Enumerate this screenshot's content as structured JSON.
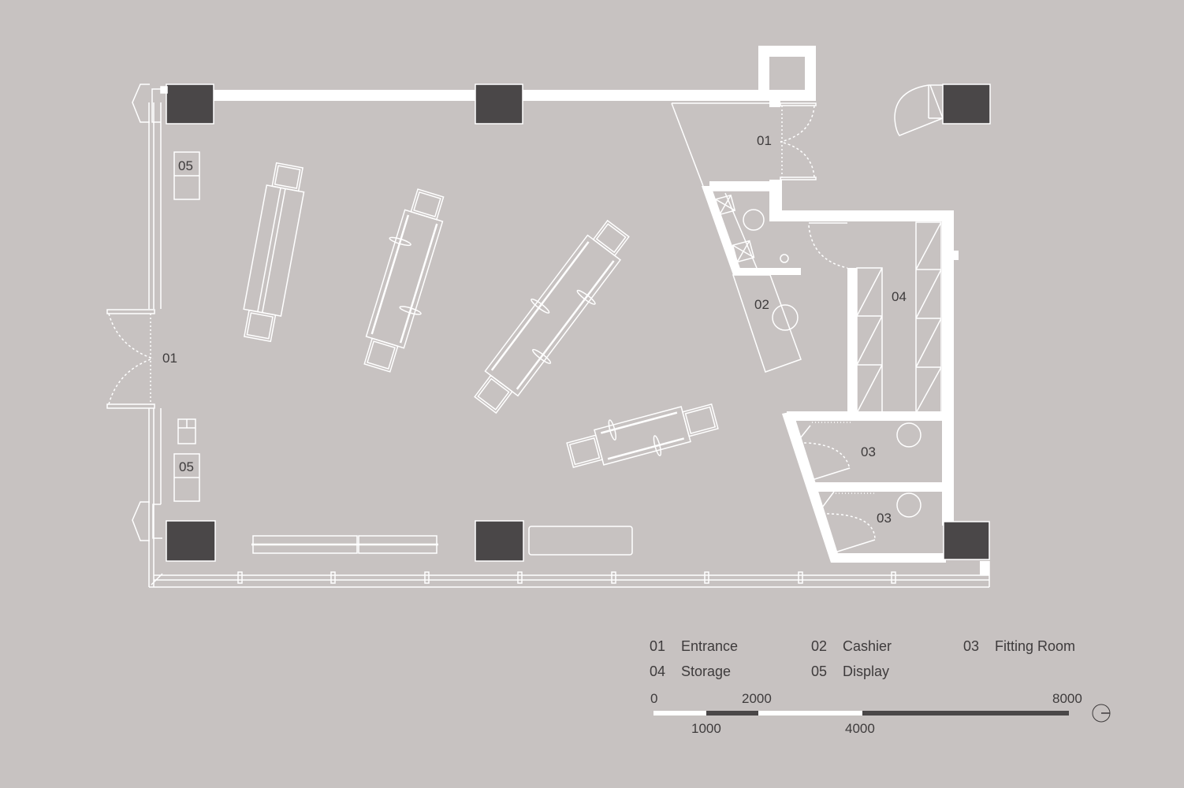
{
  "diagram": {
    "type": "architectural floor plan",
    "subject": "retail store layout",
    "colors": {
      "background": "#c7c2c1",
      "walls": "#ffffff",
      "columns": "#4a4748",
      "text": "#3e3b3c"
    },
    "room_labels": [
      {
        "id": "01",
        "room": "Entrance",
        "position": "left facade door"
      },
      {
        "id": "01",
        "room": "Entrance",
        "position": "top right door"
      },
      {
        "id": "02",
        "room": "Cashier"
      },
      {
        "id": "03",
        "room": "Fitting Room",
        "position": "upper"
      },
      {
        "id": "03",
        "room": "Fitting Room",
        "position": "lower"
      },
      {
        "id": "04",
        "room": "Storage"
      },
      {
        "id": "05",
        "room": "Display",
        "position": "upper left"
      },
      {
        "id": "05",
        "room": "Display",
        "position": "lower left"
      }
    ]
  },
  "labels": {
    "entrance_left": "01",
    "entrance_top": "01",
    "cashier": "02",
    "fitting_upper": "03",
    "fitting_lower": "03",
    "storage": "04",
    "display_upper": "05",
    "display_lower": "05"
  },
  "legend": {
    "items": [
      {
        "code": "01",
        "name": "Entrance"
      },
      {
        "code": "02",
        "name": "Cashier"
      },
      {
        "code": "03",
        "name": "Fitting Room"
      },
      {
        "code": "04",
        "name": "Storage"
      },
      {
        "code": "05",
        "name": "Display"
      }
    ]
  },
  "scale_bar": {
    "top_labels": [
      "0",
      "2000",
      "8000"
    ],
    "bottom_labels": [
      "1000",
      "4000"
    ],
    "segments": [
      {
        "from": 0,
        "to": 1000,
        "color": "#ffffff"
      },
      {
        "from": 1000,
        "to": 2000,
        "color": "#4a4748"
      },
      {
        "from": 2000,
        "to": 4000,
        "color": "#ffffff"
      },
      {
        "from": 4000,
        "to": 8000,
        "color": "#4a4748"
      }
    ],
    "north_arrow": "north-indicator-circle"
  }
}
